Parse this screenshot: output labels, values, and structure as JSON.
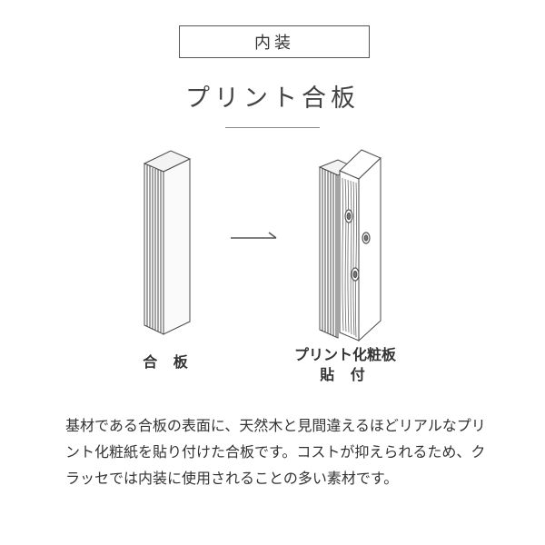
{
  "header": {
    "category": "内装",
    "title": "プリント合板"
  },
  "diagram": {
    "left_label": "合 板",
    "right_label_line1": "プリント化粧板",
    "right_label_line2": "貼 付"
  },
  "description": "基材である合板の表面に、天然木と見間違えるほどリアルなプリント化粧紙を貼り付けた合板です。コストが抑えられるため、クラッセでは内装に使用されることの多い素材です。"
}
